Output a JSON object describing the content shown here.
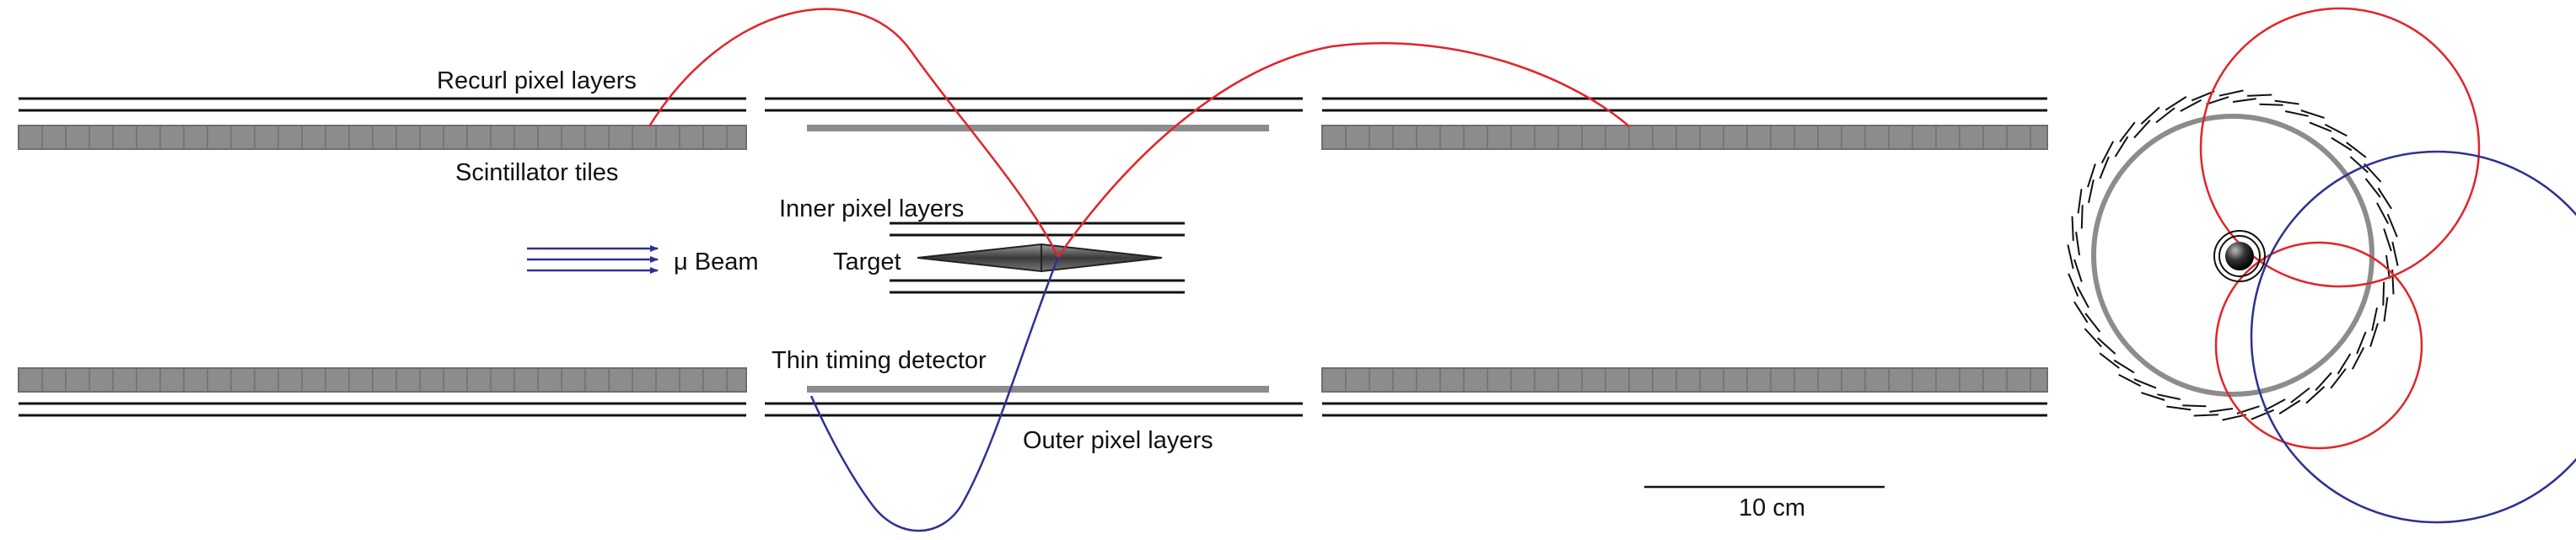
{
  "labels": {
    "recurl_pixel_layers": "Recurl pixel layers",
    "scintillator_tiles": "Scintillator tiles",
    "inner_pixel_layers": "Inner pixel layers",
    "target": "Target",
    "beam": "μ Beam",
    "thin_timing_detector": "Thin timing detector",
    "outer_pixel_layers": "Outer pixel layers",
    "scale": "10 cm"
  },
  "colors": {
    "positive_track": "#e2242b",
    "negative_track": "#2e3192",
    "beam_arrow": "#2e3192",
    "layer_line": "#111111",
    "tile_fill": "#8c8c8c",
    "tile_edge": "#6e6e6e",
    "timing_layer": "#8c8c8c"
  },
  "views": [
    "longitudinal-section",
    "transverse-section"
  ]
}
